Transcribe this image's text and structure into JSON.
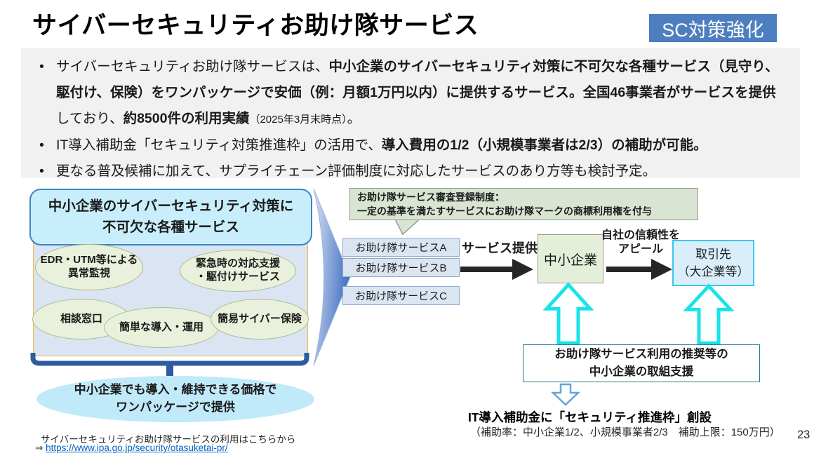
{
  "header": {
    "title": "サイバーセキュリティお助け隊サービス",
    "badge": "SC対策強化"
  },
  "summary": {
    "bullets": [
      {
        "segments": [
          {
            "style": "regular",
            "text": "サイバーセキュリティお助け隊サービスは、"
          },
          {
            "style": "bold",
            "text": "中小企業のサイバーセキュリティ対策に不可欠な各種サービス（見守り、駆付け、保険）をワンパッケージで安価（例：月額1万円以内）に提供するサービス。全国46事業者がサービスを提供"
          },
          {
            "style": "regular",
            "text": "しており、"
          },
          {
            "style": "bold",
            "text": "約8500件の利用実績"
          },
          {
            "style": "small",
            "text": "（2025年3月末時点）"
          },
          {
            "style": "regular",
            "text": "。"
          }
        ]
      },
      {
        "segments": [
          {
            "style": "regular",
            "text": "IT導入補助金「セキュリティ対策推進枠」の活用で、"
          },
          {
            "style": "bold",
            "text": "導入費用の1/2（小規模事業者は2/3）の補助が可能。"
          }
        ]
      },
      {
        "segments": [
          {
            "style": "regular",
            "text": "更なる普及候補に加えて、サプライチェーン評価制度に対応したサービスのあり方等も検討予定。"
          }
        ]
      }
    ]
  },
  "left_diagram": {
    "header": "中小企業のサイバーセキュリティ対策に\n不可欠な各種サービス",
    "service_ellipses": [
      "EDR・UTM等による\n異常監視",
      "緊急時の対応支援\n・駆付けサービス",
      "相談窓口",
      "簡単な導入・運用",
      "簡易サイバー保険"
    ],
    "price_ellipse": "中小企業でも導入・維持できる価格で\nワンパッケージで提供",
    "footer": {
      "text": "サイバーセキュリティお助け隊サービスの利用はこちらから",
      "arrow": "⇒ ",
      "link": "https://www.ipa.go.jp/security/otasuketai-pr/"
    }
  },
  "right_diagram": {
    "registry_note": "お助け隊サービス審査登録制度：\n一定の基準を満たすサービスにお助け隊マークの商標利用権を付与",
    "providers": [
      "お助け隊サービスA",
      "お助け隊サービスB",
      "お助け隊サービスC"
    ],
    "provide_label": "サービス提供",
    "sme_label": "中小企業",
    "appeal_label": "自社の信頼性を\nアピール",
    "partner_label": "取引先\n（大企業等）",
    "support_label": "お助け隊サービス利用の推奨等の\n中小企業の取組支援",
    "subsidy_title": "IT導入補助金に「セキュリティ推進枠」創設",
    "subsidy_detail": "（補助率：中小企業1/2、小規模事業者2/3　補助上限：150万円）"
  },
  "page_number": "23",
  "colors": {
    "badge_bg": "#4d7ebf",
    "summary_bg": "#f1f1f1",
    "package_header_fill": "#c9eefb",
    "package_border": "#f2b944",
    "ellipse_fill": "#e9f0db",
    "price_ellipse_fill": "#c0eafa",
    "brace": "#2e5aa0",
    "chevron": "#4472c4",
    "bubble_fill": "#d9e5d2",
    "provider_fill": "#dbe5f1",
    "sme_fill": "#e4efd9",
    "partner_fill": "#d9eefa",
    "partner_border": "#3bc6ee",
    "cyan_arrow": "#18e3e8",
    "support_border": "#1e7f8c",
    "down_arrow": "#68a2d7",
    "black_arrow": "#262626",
    "link": "#0563c1"
  }
}
